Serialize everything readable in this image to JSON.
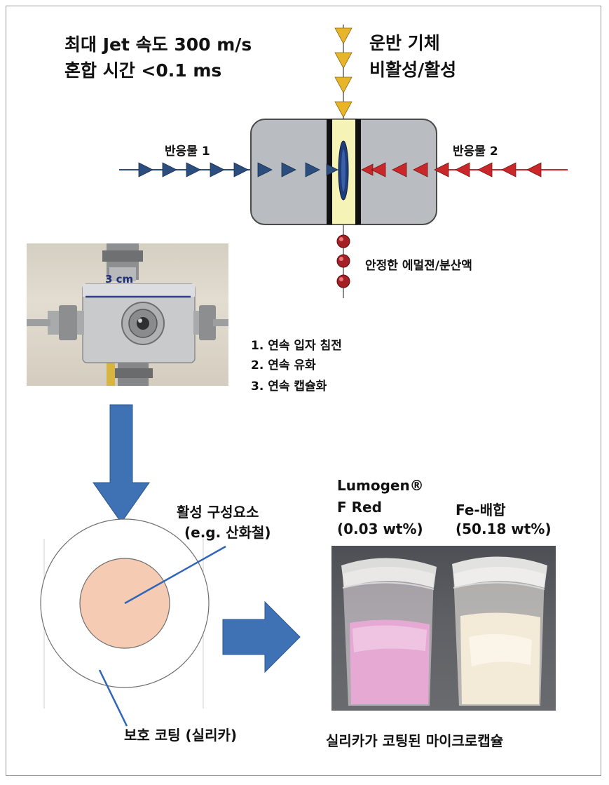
{
  "header": {
    "jet_speed": "최대 Jet 속도 300 m/s",
    "mixing_time": "혼합 시간 <0.1 ms"
  },
  "carrier_gas": {
    "line1": "운반 기체",
    "line2": "비활성/활성"
  },
  "reactants": {
    "left": "반응물 1",
    "right": "반응물 2"
  },
  "product_label": "안정한 에멀젼/분산액",
  "photo_label": "3 cm",
  "processes": [
    "1. 연속 입자 침전",
    "2. 연속 유화",
    "3. 연속 캡슐화"
  ],
  "capsule": {
    "core_label_line1": "활성 구성요소",
    "core_label_line2": "(e.g. 산화철)",
    "shell_label": "보호 코팅 (실리카)"
  },
  "samples": {
    "left_line1": "Lumogen®",
    "left_line2": "F Red",
    "left_line3": "(0.03 wt%)",
    "right_line1": "Fe-배합",
    "right_line2": "(50.18 wt%)"
  },
  "caption": "실리카가 코팅된 마이크로캡슐",
  "colors": {
    "reactant_1_arrows": "#2c4e7e",
    "reactant_2_arrows": "#c8282a",
    "gas_arrows": "#e8b52a",
    "mixer_body": "#b9bcc0",
    "core_fill": "#f6cbb4",
    "flow_arrow": "#3e72b5",
    "product_beads": "#a52025"
  }
}
